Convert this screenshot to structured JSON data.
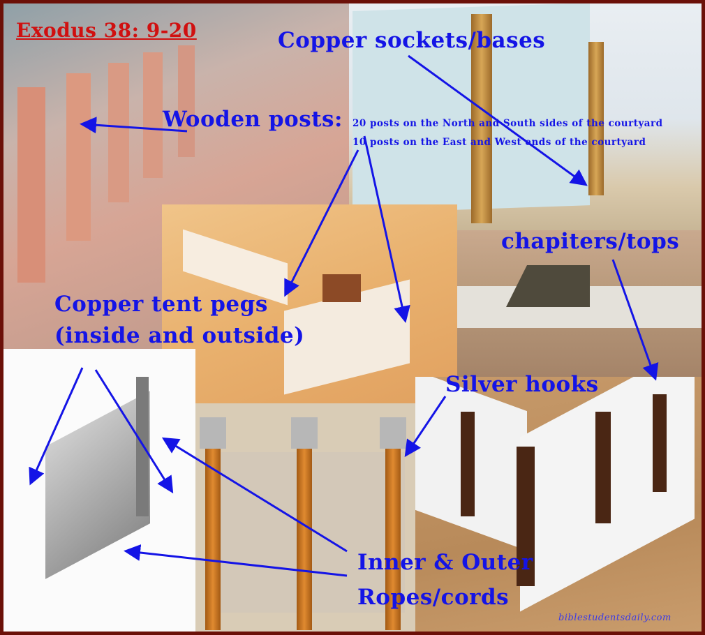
{
  "title": "Exodus 38: 9-20",
  "labels": {
    "copper_sockets": "Copper sockets/bases",
    "wooden_posts": "Wooden posts:",
    "posts_north_south": "20 posts on the North and South sides of the courtyard",
    "posts_east_west": "10 posts on the East and West ends of the courtyard",
    "chapiters": "chapiters/tops",
    "tent_pegs_line1": "Copper tent pegs",
    "tent_pegs_line2": "(inside and outside)",
    "silver_hooks": "Silver hooks",
    "ropes_line1": "Inner & Outer",
    "ropes_line2": "Ropes/cords"
  },
  "watermark": "biblestudentsdaily.com",
  "colors": {
    "label": "#1414e6",
    "title": "#d01010",
    "border": "#6b1008",
    "arrow": "#1414e6"
  }
}
